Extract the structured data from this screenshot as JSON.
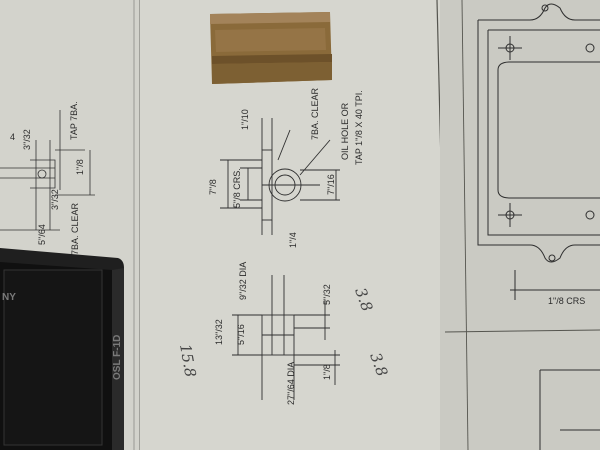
{
  "scene": {
    "description_free": true
  },
  "sheet_left": {
    "dims": {
      "tap": "TAP 7BA.",
      "four": "4",
      "three_thirtytwo": "3\"/32",
      "one_eighth": "1\"/8",
      "clear": "7BA. CLEAR",
      "three_thirtytwo_b": "3\"/32",
      "five_sixtyfour": "5\"/64"
    }
  },
  "sheet_center": {
    "dims": {
      "one_tenth": "1\"/10",
      "seven_ba_clear": "7BA. CLEAR",
      "oil_hole": "OIL HOLE OR",
      "tap_line": "TAP 1\"/8 X 40 TPI.",
      "seven_eighths": "7\"/8",
      "five_eighths_crs": "5\"/8 CRS.",
      "seven_sixteenths": "7\"/16",
      "one_quarter": "1\"/4",
      "nine_thirtytwo_dia": "9\"/32 DIA",
      "five_thirtytwo": "5\"/32",
      "thirteen_thirtytwo": "13\"/32",
      "five_sixteenths": "5\"/16",
      "one_eighth_b": "1\"/8",
      "twentyseven_sixtyfour_dia": "27\"/64 DIA"
    },
    "handwriting": {
      "h1": "3.8",
      "h2": "3.8",
      "h3": "15.8"
    }
  },
  "sheet_right": {
    "dims": {
      "one_eighth_crs": "1\"/8 CRS"
    }
  },
  "device": {
    "brand": "NY",
    "side_text": "OSL F-1D"
  }
}
